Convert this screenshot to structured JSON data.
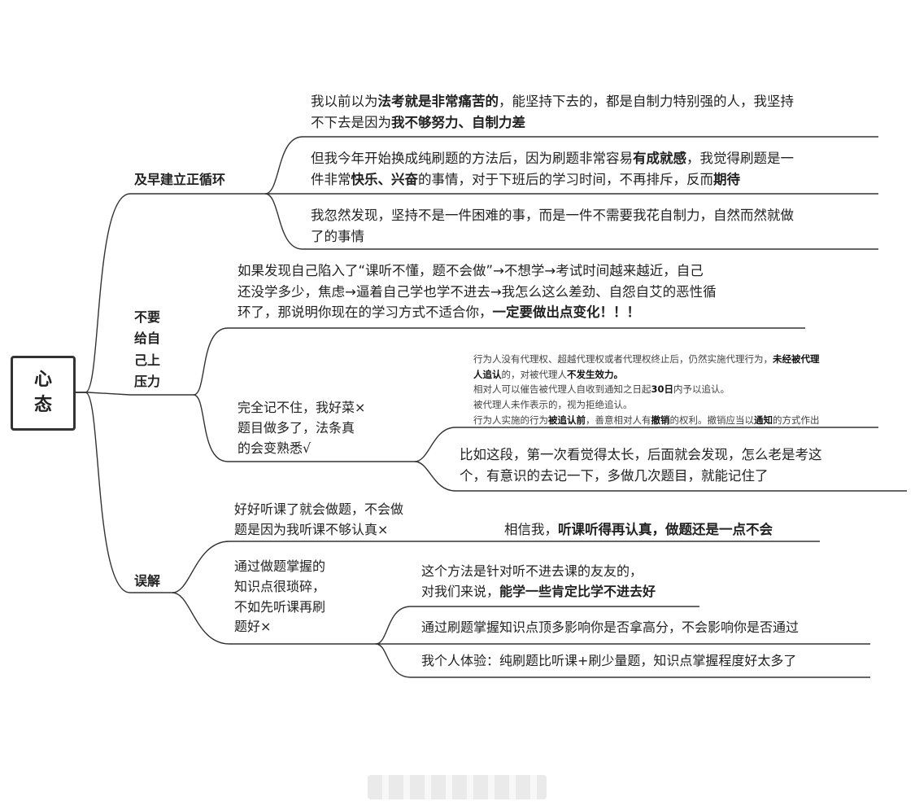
{
  "root": {
    "line1": "心",
    "line2": "态"
  },
  "branches": {
    "b1": {
      "label": "及早建立正循环"
    },
    "b2": {
      "line1": "不要",
      "line2": "给自",
      "line3": "己上",
      "line4": "压力"
    },
    "b3": {
      "label": "误解"
    }
  },
  "b1_items": {
    "n1": {
      "l1_a": "我以前以为",
      "l1_b": "法考就是非常痛苦的",
      "l1_c": "，能坚持下去的，都是自制力特别强的人，我坚持",
      "l2_a": "不下去是因为",
      "l2_b": "我不够努力、自制力差"
    },
    "n2": {
      "l1_a": "但我今年开始换成纯刷题的方法后，因为刷题非常容易",
      "l1_b": "有成就感",
      "l1_c": "，我觉得刷题是一",
      "l2_a": "件非常",
      "l2_b": "快乐、兴奋",
      "l2_c": "的事情，对于下班后的学习时间，不再排斥，反而",
      "l2_d": "期待"
    },
    "n3": {
      "l1": "我忽然发现，坚持不是一件困难的事，而是一件不需要我花自制力，自然而然就做",
      "l2": "了的事情"
    }
  },
  "b2_items": {
    "n1": {
      "l1": "如果发现自己陷入了“课听不懂，题不会做”→不想学→考试时间越来越近，自己",
      "l2": "还没学多少，焦虑→逼着自己学也学不进去→我怎么这么差劲、自怨自艾的恶性循",
      "l3_a": "环了，那说明你现在的学习方式不适合你，",
      "l3_b": "一定要做出点变化！！！"
    },
    "n2": {
      "l1": "完全记不住，我好菜×",
      "l2": "题目做多了，法条真",
      "l3": "的会变熟悉√"
    },
    "law": {
      "l1_a": "行为人没有代理权、超越代理权或者代理权终止后，仍然实施代理行为，",
      "l1_b": "未经被代理",
      "l2_a": "人追认",
      "l2_b": "的，对被代理人",
      "l2_c": "不发生效力。",
      "l3_a": "相对人可以催告被代理人自收到通知之日起",
      "l3_b": "30日",
      "l3_c": "内予以追认。",
      "l4": "被代理人未作表示的，视为拒绝追认。",
      "l5_a": "行为人实施的行为",
      "l5_b": "被追认前",
      "l5_c": "，善意相对人有",
      "l5_d": "撤销",
      "l5_e": "的权利。撤销应当以",
      "l5_f": "通知",
      "l5_g": "的方式作出"
    },
    "n3": {
      "l1": "比如这段，第一次看觉得太长，后面就会发现，怎么老是考这",
      "l2": "个，有意识的去记一下，多做几次题目，就能记住了"
    }
  },
  "b3_items": {
    "n1": {
      "l1": "好好听课了就会做题，不会做",
      "l2": "题是因为我听课不够认真×"
    },
    "n1_reply": {
      "a": "相信我，",
      "b": "听课听得再认真，做题还是一点不会"
    },
    "n2": {
      "l1": "通过做题掌握的",
      "l2": "知识点很琐碎，",
      "l3": "不如先听课再刷",
      "l4": "题好×"
    },
    "r1": {
      "l1": "这个方法是针对听不进去课的友友的，",
      "l2_a": "对我们来说，",
      "l2_b": "能学一些肯定比学不进去好"
    },
    "r2": {
      "l1": "通过刷题掌握知识点顶多影响你是否拿高分，不会影响你是否通过"
    },
    "r3": {
      "l1": "我个人体验：纯刷题比听课+刷少量题，知识点掌握程度好太多了"
    }
  },
  "colors": {
    "line": "#333333",
    "text": "#222222"
  }
}
